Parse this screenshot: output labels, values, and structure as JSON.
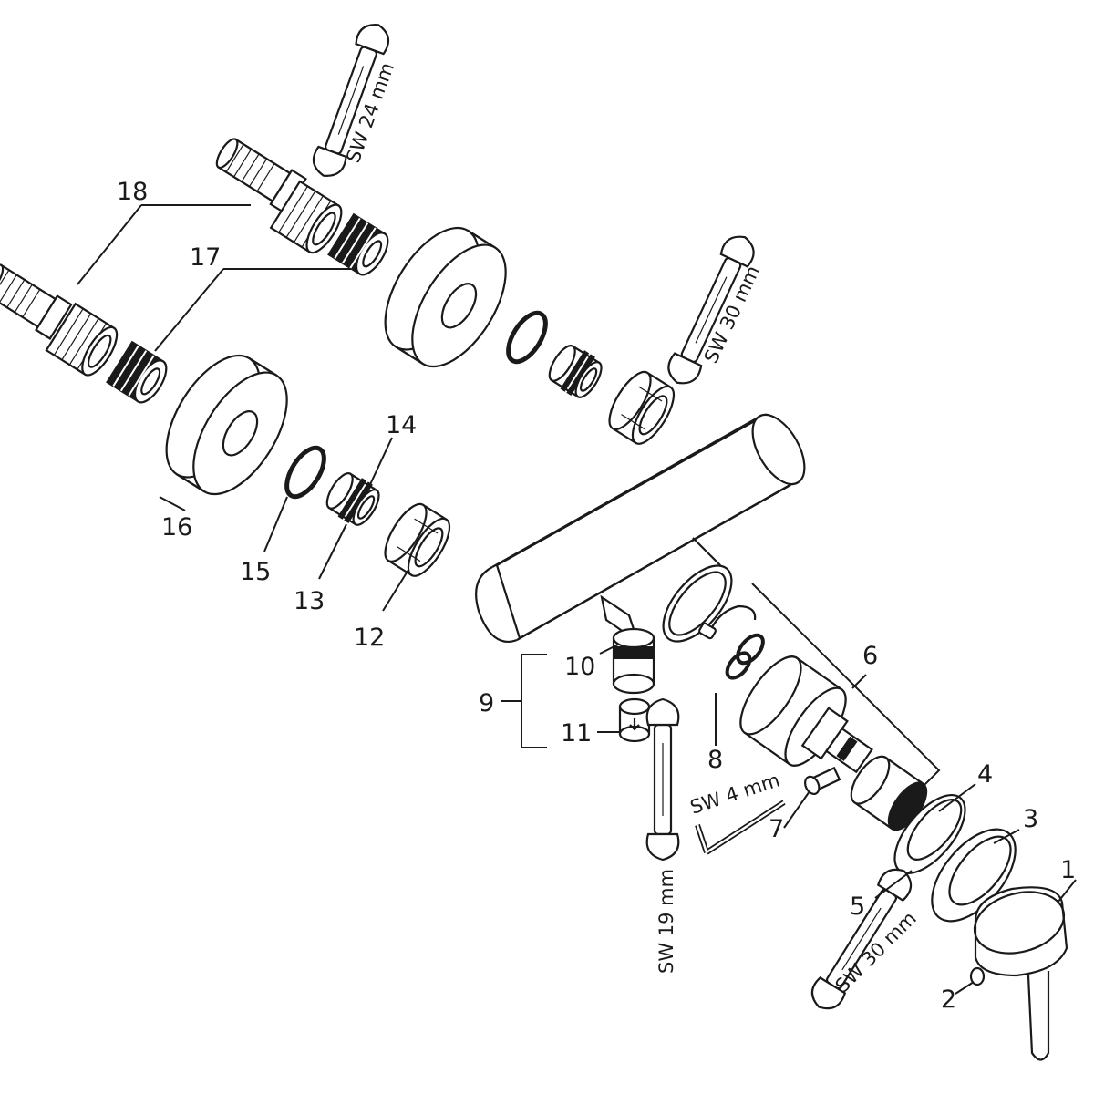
{
  "part_numbers": {
    "p1": "1",
    "p2": "2",
    "p3": "3",
    "p4": "4",
    "p5": "5",
    "p6": "6",
    "p7": "7",
    "p8": "8",
    "p9": "9",
    "p10": "10",
    "p11": "11",
    "p12": "12",
    "p13": "13",
    "p14": "14",
    "p15": "15",
    "p16": "16",
    "p17": "17",
    "p18": "18"
  },
  "tool_labels": {
    "wrench_top": "SW 24 mm",
    "wrench_upper_right": "SW 30 mm",
    "wrench_bottom_right": "SW 30 mm",
    "wrench_vertical": "SW 19 mm",
    "hex_key": "SW 4 mm"
  }
}
